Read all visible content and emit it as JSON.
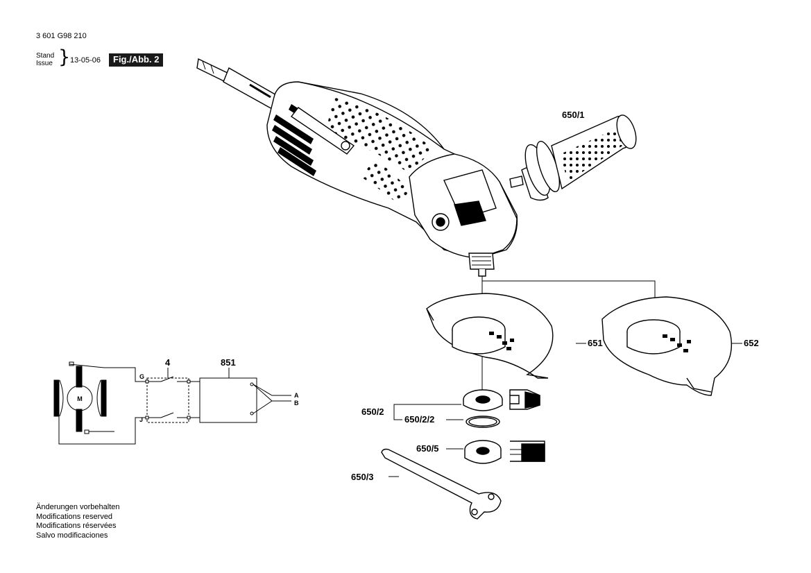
{
  "header": {
    "part_number": "3 601 G98 210",
    "stand_label": "Stand",
    "issue_label": "Issue",
    "date": "13-05-06",
    "figure_label": "Fig./Abb. 2"
  },
  "callouts": {
    "side_handle": "650/1",
    "guard_651": "651",
    "guard_652": "652",
    "flange_650_2": "650/2",
    "oring_650_2_2": "650/2/2",
    "nut_650_5": "650/5",
    "spanner_650_3": "650/3",
    "switch_4": "4",
    "electronics_851": "851"
  },
  "wiring": {
    "motor_label": "M",
    "terminal_g": "G",
    "terminal_j": "J",
    "terminal_a": "A",
    "terminal_b": "B"
  },
  "notes": [
    "Änderungen vorbehalten",
    "Modifications reserved",
    "Modifications réservées",
    "Salvo modificaciones"
  ]
}
